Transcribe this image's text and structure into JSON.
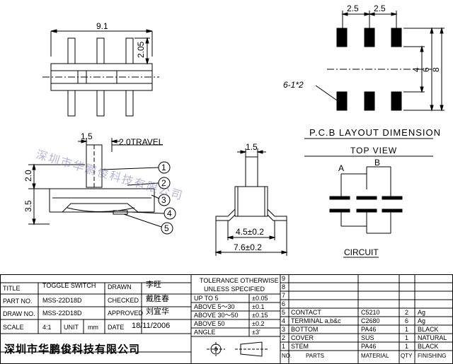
{
  "front_view": {
    "width_dim": "9.1",
    "height_dim": "2.05"
  },
  "side_view": {
    "dim_knob": "1.5",
    "dim_travel": "2.0TRAVEL",
    "dim_height1": "2.0",
    "dim_height2": "3.5",
    "callouts": [
      "1",
      "2",
      "3",
      "4",
      "5"
    ]
  },
  "end_view": {
    "dim_top": "1.5",
    "dim_mid": "4.5±0.2",
    "dim_bottom": "7.6±0.2"
  },
  "pcb": {
    "dim_pitch1": "2.5",
    "dim_pitch2": "2.5",
    "dim_4": "4",
    "dim_6": "6",
    "dim_8": "8",
    "hole_label": "6-1*2",
    "title": "P.C.B LAYOUT DIMENSION",
    "subtitle": "TOP VIEW"
  },
  "circuit": {
    "label_a": "A",
    "label_b": "B",
    "title": "CIRCUIT"
  },
  "watermark": "深圳市华鹏俊科技有限公司",
  "title_block": {
    "title_label": "TITLE",
    "title_value": "TOGGLE SWITCH",
    "drawn_label": "DRAWN",
    "drawn_value": "李旺",
    "partno_label": "PART NO.",
    "partno_value": "MSS-22D18D",
    "checked_label": "CHECKED",
    "checked_value": "戴胜春",
    "drawno_label": "DRAW NO.",
    "drawno_value": "MSS-22D18D",
    "approved_label": "APPROVED",
    "approved_value": "刘宜华",
    "scale_label": "SCALE",
    "scale_value": "4:1",
    "unit_label": "UNIT",
    "unit_value": "mm",
    "date_label": "DATE",
    "date_value": "18/11/2006",
    "company": "深圳市华鹏俊科技有限公司",
    "tolerance_header1": "TOLERANCE OTHERWISE",
    "tolerance_header2": "UNLESS SPECIFIED",
    "tolerances": [
      {
        "range": "UP TO 5",
        "value": "±0.05"
      },
      {
        "range": "ABOVE 5～30",
        "value": "±0.1"
      },
      {
        "range": "ABOVE 30～50",
        "value": "±0.15"
      },
      {
        "range": "ABOVE 50",
        "value": "±0.2"
      },
      {
        "range": "ANGLE",
        "value": "±3'"
      }
    ],
    "parts": [
      {
        "no": "9",
        "part": "",
        "material": "",
        "qty": "",
        "finishing": ""
      },
      {
        "no": "8",
        "part": "",
        "material": "",
        "qty": "",
        "finishing": ""
      },
      {
        "no": "7",
        "part": "",
        "material": "",
        "qty": "",
        "finishing": ""
      },
      {
        "no": "6",
        "part": "",
        "material": "",
        "qty": "",
        "finishing": ""
      },
      {
        "no": "5",
        "part": "CONTACT",
        "material": "C5210",
        "qty": "2",
        "finishing": "Ag"
      },
      {
        "no": "4",
        "part": "TERMINAL a,b&c",
        "material": "C2680",
        "qty": "6",
        "finishing": "Ag"
      },
      {
        "no": "3",
        "part": "BOTTOM",
        "material": "PA46",
        "qty": "1",
        "finishing": "BLACK"
      },
      {
        "no": "2",
        "part": "COVER",
        "material": "SUS",
        "qty": "1",
        "finishing": "NATURAL"
      },
      {
        "no": "1",
        "part": "STEM",
        "material": "PA46",
        "qty": "1",
        "finishing": "BLACK"
      }
    ],
    "header": {
      "no": "NO.",
      "part": "PARTS",
      "material": "MATERIAL",
      "qty": "QTY",
      "finishing": "FINISHING"
    }
  }
}
